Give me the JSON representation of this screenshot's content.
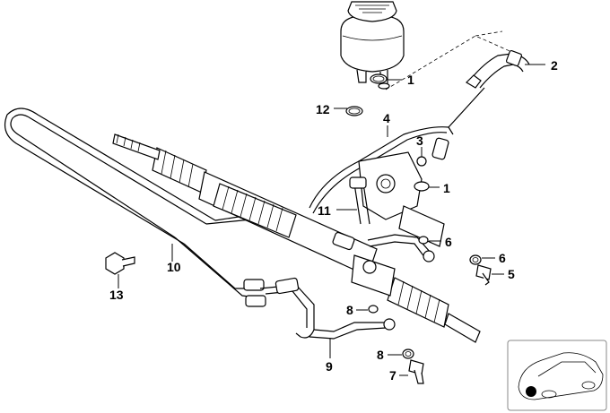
{
  "diagram": {
    "callouts": {
      "c1a": "1",
      "c2": "2",
      "c12": "12",
      "c4": "4",
      "c3": "3",
      "c1b": "1",
      "c11": "11",
      "c6a": "6",
      "c6b": "6",
      "c5": "5",
      "c10": "10",
      "c13": "13",
      "c8a": "8",
      "c9": "9",
      "c8b": "8",
      "c7": "7"
    }
  }
}
